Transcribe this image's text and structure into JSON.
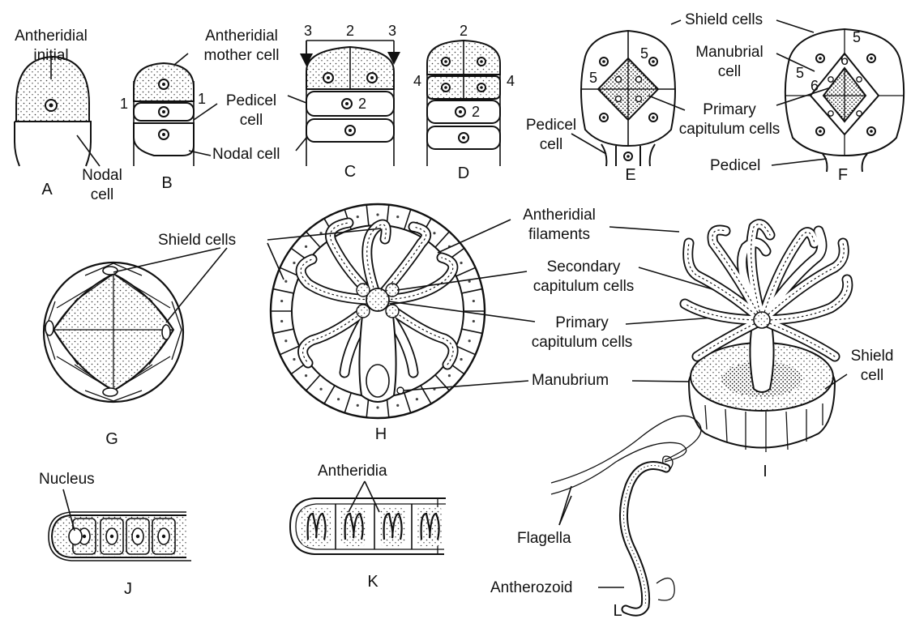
{
  "figure_labels": {
    "A": "A",
    "B": "B",
    "C": "C",
    "D": "D",
    "E": "E",
    "F": "F",
    "G": "G",
    "H": "H",
    "I": "I",
    "J": "J",
    "K": "K",
    "L": "L"
  },
  "labels": {
    "antheridial_initial": [
      "Antheridial",
      "initial"
    ],
    "nodal_cell_a": [
      "Nodal",
      "cell"
    ],
    "antheridial_mother_cell": [
      "Antheridial",
      "mother cell"
    ],
    "pedicel_cell_b": [
      "Pedicel",
      "cell"
    ],
    "nodal_cell_b": "Nodal cell",
    "pedicel_cell_e": [
      "Pedicel",
      "cell"
    ],
    "shield_cells_f": "Shield cells",
    "manubrial_cell": [
      "Manubrial",
      "cell"
    ],
    "primary_capitulum_cells_ef": [
      "Primary",
      "capitulum cells"
    ],
    "pedicel_f": "Pedicel",
    "shield_cells_g": "Shield cells",
    "antheridial_filaments": [
      "Antheridial",
      "filaments"
    ],
    "secondary_capitulum_cells": [
      "Secondary",
      "capitulum cells"
    ],
    "primary_capitulum_cells_h": [
      "Primary",
      "capitulum cells"
    ],
    "manubrium": "Manubrium",
    "shield_cell_i": [
      "Shield",
      "cell"
    ],
    "nucleus": "Nucleus",
    "antheridia": "Antheridia",
    "flagella": "Flagella",
    "antherozoid": "Antherozoid"
  },
  "division_numbers": {
    "b_left": "1",
    "b_right": "1",
    "c_left": "3",
    "c_mid": "2",
    "c_right": "3",
    "c_cell": "2",
    "d_top": "2",
    "d_left": "4",
    "d_right": "4",
    "d_cell": "2",
    "e_top": "5",
    "e_left": "5",
    "f_top_a": "5",
    "f_top_b": "6",
    "f_left_a": "5",
    "f_left_b": "6"
  }
}
